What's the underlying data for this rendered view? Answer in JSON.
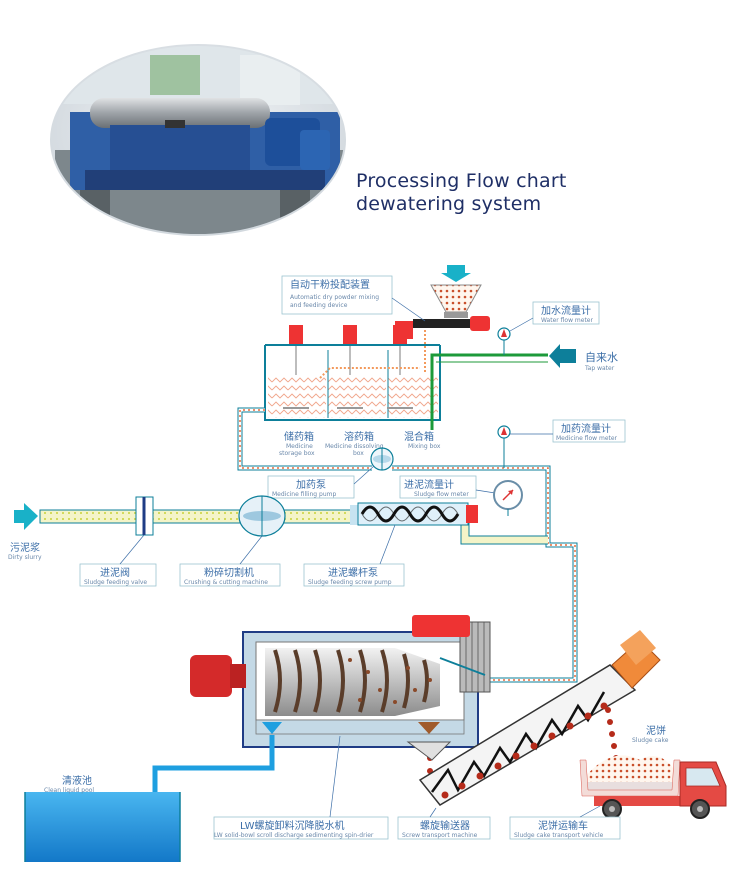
{
  "title": {
    "line1": "Processing Flow chart",
    "line2": "dewatering system"
  },
  "labels": {
    "auto_powder_cn": "自动干粉投配装置",
    "auto_powder_en1": "Automatic dry powder mixing",
    "auto_powder_en2": "and feeding device",
    "water_flow_cn": "加水流量计",
    "water_flow_en": "Water flow meter",
    "tap_water_cn": "自来水",
    "tap_water_en": "Tap water",
    "medicine_flow_cn": "加药流量计",
    "medicine_flow_en": "Medicine flow meter",
    "storage_cn": "储药箱",
    "storage_en1": "Medicine",
    "storage_en2": "storage box",
    "dissolving_cn": "溶药箱",
    "dissolving_en1": "Medicine dissolving",
    "dissolving_en2": "box",
    "mixing_cn": "混合箱",
    "mixing_en": "Mixing box",
    "filling_pump_cn": "加药泵",
    "filling_pump_en": "Medicine filling pump",
    "sludge_meter_cn": "进泥流量计",
    "sludge_meter_en": "Sludge flow meter",
    "dirty_cn": "污泥浆",
    "dirty_en": "Dirty slurry",
    "valve_cn": "进泥阀",
    "valve_en": "Sludge feeding valve",
    "crusher_cn": "粉碎切割机",
    "crusher_en": "Crushing & cutting machine",
    "screw_pump_cn": "进泥螺杆泵",
    "screw_pump_en": "Sludge feeding screw pump",
    "clean_pool_cn": "清液池",
    "clean_pool_en": "Clean liquid pool",
    "decanter_cn": "LW螺旋卸料沉降脱水机",
    "decanter_en": "LW solid-bowl scroll discharge sedimenting spin-drier",
    "conveyor_cn": "螺旋输送器",
    "conveyor_en": "Screw transport machine",
    "truck_cn": "泥饼运输车",
    "truck_en": "Sludge cake transport vehicle",
    "cake_cn": "泥饼",
    "cake_en": "Sludge cake"
  },
  "colors": {
    "pipe_blue": "#0d7f9a",
    "label_blue": "#3d6fa8",
    "slurry_green": "#e8f3b8",
    "motor_red": "#d42a2a",
    "truck_red": "#e44a44",
    "pool_blue": "#1e9fe0",
    "cake_red": "#b52b1a"
  }
}
